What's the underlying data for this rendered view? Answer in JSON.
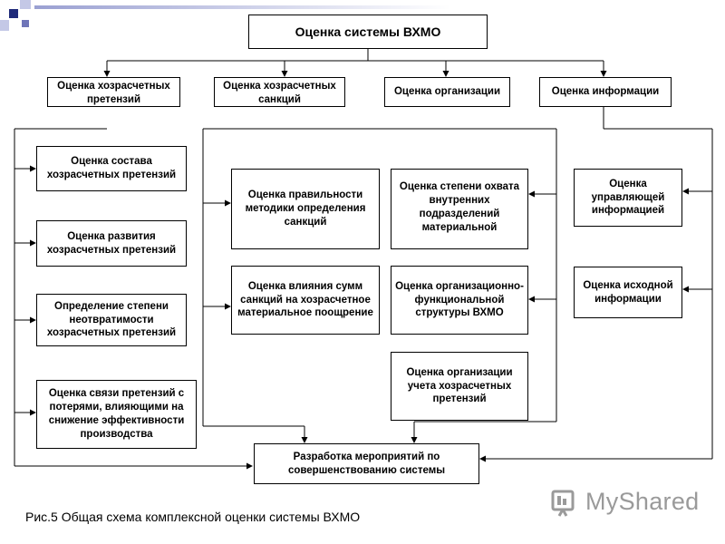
{
  "title": "Оценка системы ВХМО",
  "categories": {
    "claims": "Оценка хозрасчетных претензий",
    "sanctions": "Оценка хозрасчетных санкций",
    "organization": "Оценка организации",
    "information": "Оценка информации"
  },
  "claims_items": [
    "Оценка состава хозрасчетных претензий",
    "Оценка развития хозрасчетных претензий",
    "Определение степени неотвратимости хозрасчетных претензий",
    "Оценка связи претензий с потерями, влияющими на снижение эффективности производства"
  ],
  "sanctions_items": [
    "Оценка правильности методики определения санкций",
    "Оценка влияния сумм санкций на хозрасчетное материальное поощрение"
  ],
  "organization_items": [
    "Оценка степени охвата внутренних подразделений материальной",
    "Оценка организационно-функциональной структуры ВХМО",
    "Оценка организации учета хозрасчетных претензий"
  ],
  "information_items": [
    "Оценка управляющей информацией",
    "Оценка исходной информации"
  ],
  "result": "Разработка мероприятий по совершенствованию системы",
  "caption": "Рис.5 Общая схема комплексной оценки системы ВХМО",
  "watermark": "MyShared",
  "colors": {
    "line": "#000000",
    "deco_dark": "#1f2a7a",
    "deco_mid": "#6f75b8",
    "deco_light": "#c4c8e6",
    "watermark": "#9a9a9a"
  }
}
